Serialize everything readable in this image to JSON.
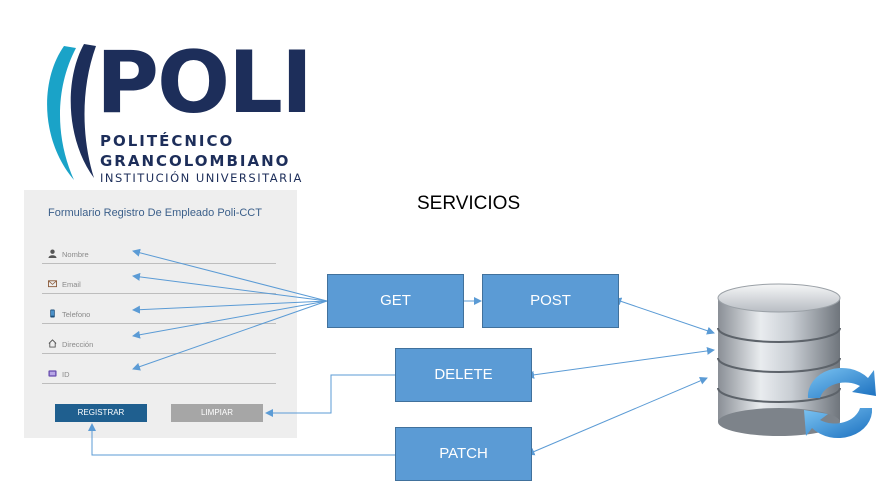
{
  "logo": {
    "brand": "POLI",
    "line1": "POLITÉCNICO",
    "line2": "GRANCOLOMBIANO",
    "line3": "INSTITUCIÓN UNIVERSITARIA"
  },
  "form": {
    "title": "Formulario Registro De Empleado Poli-CCT",
    "fields": [
      {
        "label": "Nombre",
        "icon": "person-icon"
      },
      {
        "label": "Email",
        "icon": "envelope-icon"
      },
      {
        "label": "Telefono",
        "icon": "phone-icon"
      },
      {
        "label": "Dirección",
        "icon": "home-icon"
      },
      {
        "label": "ID",
        "icon": "id-card-icon"
      }
    ],
    "register_label": "REGISTRAR",
    "clear_label": "LIMPIAR"
  },
  "diagram": {
    "title": "SERVICIOS",
    "services": {
      "get": "GET",
      "post": "POST",
      "delete": "DELETE",
      "patch": "PATCH"
    },
    "database_icon": "database-sync-icon",
    "colors": {
      "box_fill": "#5b9bd5",
      "box_border": "#41719c",
      "arrow": "#5b9bd5",
      "button_primary": "#1f5f8f",
      "button_secondary": "#a6a6a6"
    }
  }
}
